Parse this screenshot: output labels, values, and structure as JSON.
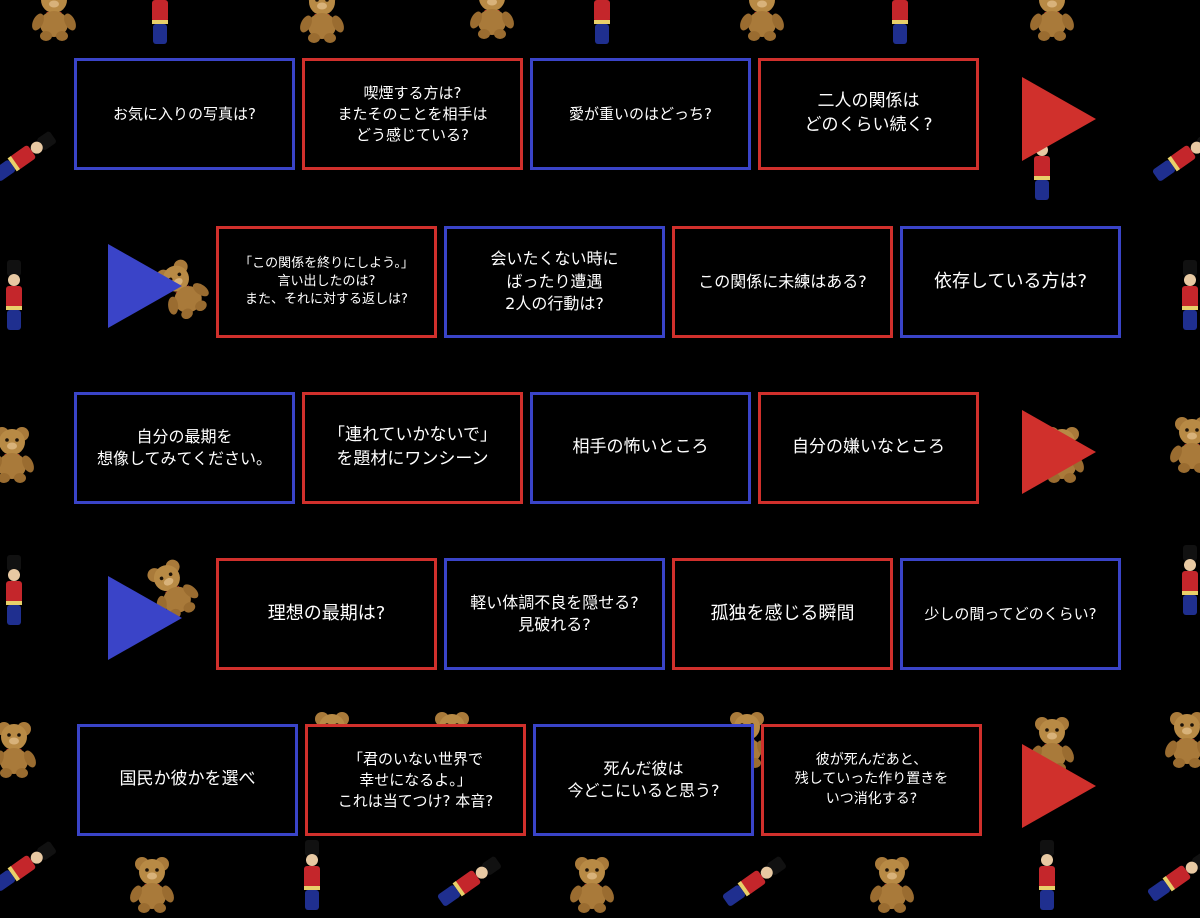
{
  "colors": {
    "background": "#000000",
    "blue": "#3a44c8",
    "red": "#d0302c",
    "text": "#ffffff"
  },
  "decorations": [
    "teddy-bear",
    "toy-soldier"
  ],
  "rows": [
    {
      "arrow": {
        "color": "red",
        "direction": "right"
      },
      "tiles": [
        {
          "text": "お気に入りの写真は?",
          "border": "blue"
        },
        {
          "text": "喫煙する方は?\nまたそのことを相手は\nどう感じている?",
          "border": "red"
        },
        {
          "text": "愛が重いのはどっち?",
          "border": "blue"
        },
        {
          "text": "二人の関係は\nどのくらい続く?",
          "border": "red"
        }
      ]
    },
    {
      "arrow": {
        "color": "blue",
        "direction": "right"
      },
      "tiles": [
        {
          "text": "「この関係を終りにしよう。」\n言い出したのは?\nまた、それに対する返しは?",
          "border": "red"
        },
        {
          "text": "会いたくない時に\nばったり遭遇\n2人の行動は?",
          "border": "blue"
        },
        {
          "text": "この関係に未練はある?",
          "border": "red"
        },
        {
          "text": "依存している方は?",
          "border": "blue"
        }
      ]
    },
    {
      "arrow": {
        "color": "red",
        "direction": "right"
      },
      "tiles": [
        {
          "text": "自分の最期を\n想像してみてください。",
          "border": "blue"
        },
        {
          "text": "「連れていかないで」\nを題材にワンシーン",
          "border": "red"
        },
        {
          "text": "相手の怖いところ",
          "border": "blue"
        },
        {
          "text": "自分の嫌いなところ",
          "border": "red"
        }
      ]
    },
    {
      "arrow": {
        "color": "blue",
        "direction": "right"
      },
      "tiles": [
        {
          "text": "理想の最期は?",
          "border": "red"
        },
        {
          "text": "軽い体調不良を隠せる?\n見破れる?",
          "border": "blue"
        },
        {
          "text": "孤独を感じる瞬間",
          "border": "red"
        },
        {
          "text": "少しの間ってどのくらい?",
          "border": "blue"
        }
      ]
    },
    {
      "arrow": {
        "color": "red",
        "direction": "right"
      },
      "tiles": [
        {
          "text": "国民か彼かを選べ",
          "border": "blue"
        },
        {
          "text": "「君のいない世界で\n幸せになるよ。」\nこれは当てつけ? 本音?",
          "border": "red"
        },
        {
          "text": "死んだ彼は\n今どこにいると思う?",
          "border": "blue"
        },
        {
          "text": "彼が死んだあと、\n残していった作り置きを\nいつ消化する?",
          "border": "red"
        }
      ]
    }
  ]
}
